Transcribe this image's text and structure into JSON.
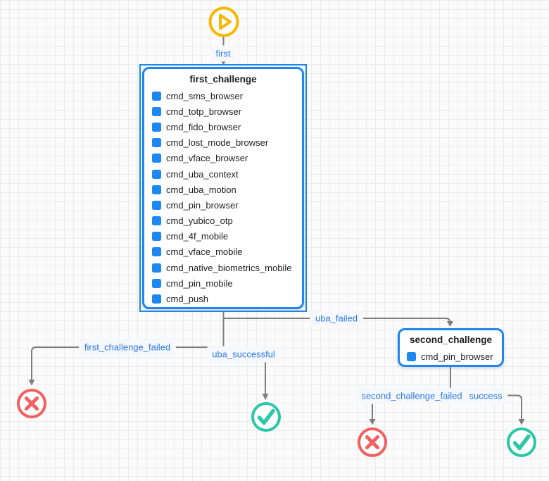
{
  "diagram": {
    "colors": {
      "accent_blue": "#1d86f0",
      "item_blue": "#1e88f2",
      "label_blue": "#2e7ceb",
      "edge_gray": "#7d7d7d",
      "start_yellow": "#f6b800",
      "fail_red": "#f2605f",
      "success_green": "#2cc7a7",
      "grid_line": "#ececec",
      "background": "#fbfbfb",
      "node_text": "#1e1e1e"
    },
    "nodes": {
      "first_challenge": {
        "title": "first_challenge",
        "items": [
          "cmd_sms_browser",
          "cmd_totp_browser",
          "cmd_fido_browser",
          "cmd_lost_mode_browser",
          "cmd_vface_browser",
          "cmd_uba_context",
          "cmd_uba_motion",
          "cmd_pin_browser",
          "cmd_yubico_otp",
          "cmd_4f_mobile",
          "cmd_vface_mobile",
          "cmd_native_biometrics_mobile",
          "cmd_pin_mobile",
          "cmd_push"
        ]
      },
      "second_challenge": {
        "title": "second_challenge",
        "items": [
          "cmd_pin_browser"
        ]
      }
    },
    "edges": {
      "first": {
        "label": "first"
      },
      "uba_failed": {
        "label": "uba_failed"
      },
      "first_challenge_failed": {
        "label": "first_challenge_failed"
      },
      "uba_successful": {
        "label": "uba_successful"
      },
      "second_challenge_failed": {
        "label": "second_challenge_failed"
      },
      "success": {
        "label": "success"
      }
    }
  }
}
